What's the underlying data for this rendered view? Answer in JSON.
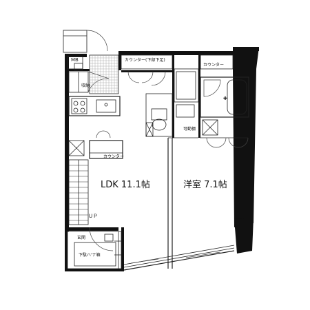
{
  "labels": {
    "ldk": "LDK 11.1帖",
    "western": "洋室 7.1帖",
    "counter_lower": "カウンター(下部下足)",
    "counter_right": "カウンター",
    "storage": "収納",
    "counter_kitchen": "カウンター",
    "movable_shelf": "可動棚",
    "up": "ＵＰ",
    "entrance_storage": "玄関",
    "shoe_box": "下駄ハ'ナ箱",
    "mark": "MB"
  },
  "colors": {
    "wall": "#111111",
    "line": "#222222",
    "fill_grey": "#bdbdbd"
  }
}
